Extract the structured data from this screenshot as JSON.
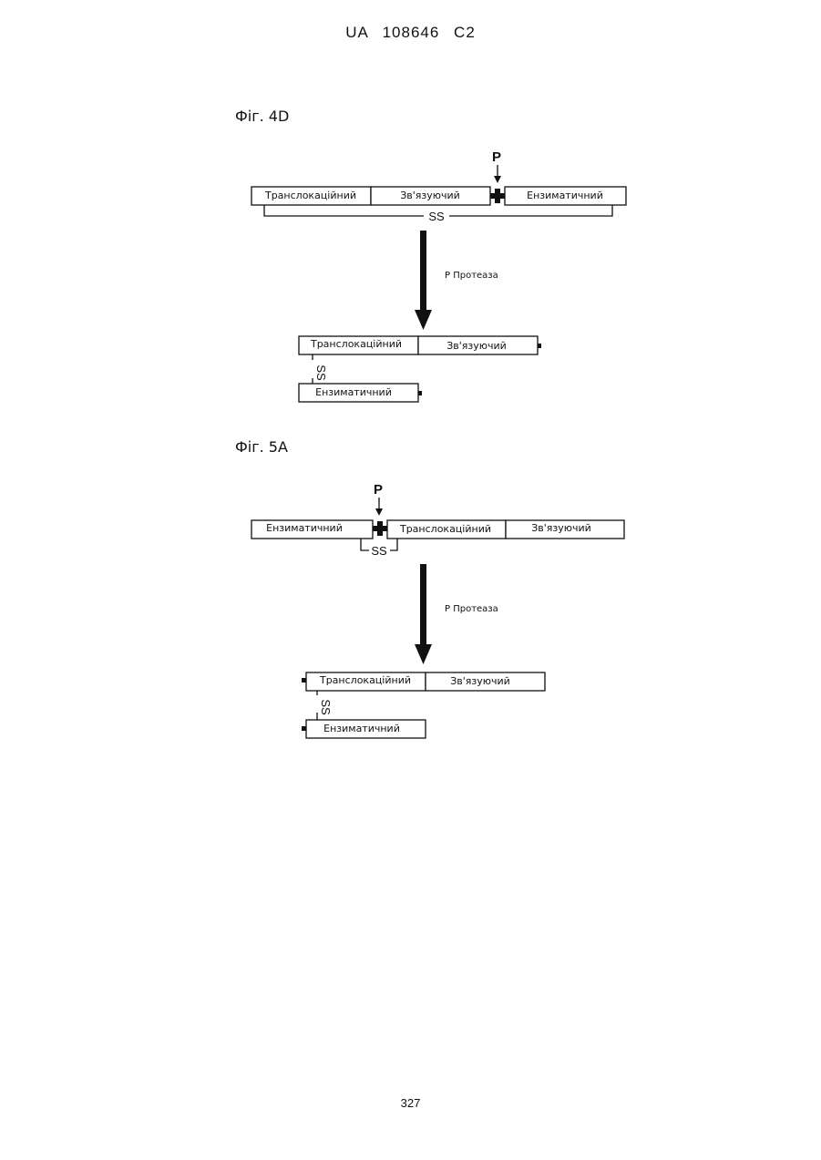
{
  "header": {
    "patent_id": "UA  108646  C2"
  },
  "figures": [
    {
      "label": "Фіг. 4D",
      "p_marker": "P",
      "protease_label": "P Протеаза",
      "ss_label": "SS",
      "before": {
        "domains": [
          "Транслокаційний",
          "Зв'язуючий",
          "Ензиматичний"
        ]
      },
      "after": {
        "chain_top": [
          "Транслокаційний",
          "Зв'язуючий"
        ],
        "chain_bottom": [
          "Ензиматичний"
        ],
        "ss_link": "SS"
      }
    },
    {
      "label": "Фіг. 5A",
      "p_marker": "P",
      "protease_label": "P Протеаза",
      "ss_label": "SS",
      "before": {
        "domains": [
          "Ензиматичний",
          "Транслокаційний",
          "Зв'язуючий"
        ]
      },
      "after": {
        "chain_top": [
          "Транслокаційний",
          "Зв'язуючий"
        ],
        "chain_bottom": [
          "Ензиматичний"
        ],
        "ss_link": "SS"
      }
    }
  ],
  "footer": {
    "page_number": "327"
  }
}
